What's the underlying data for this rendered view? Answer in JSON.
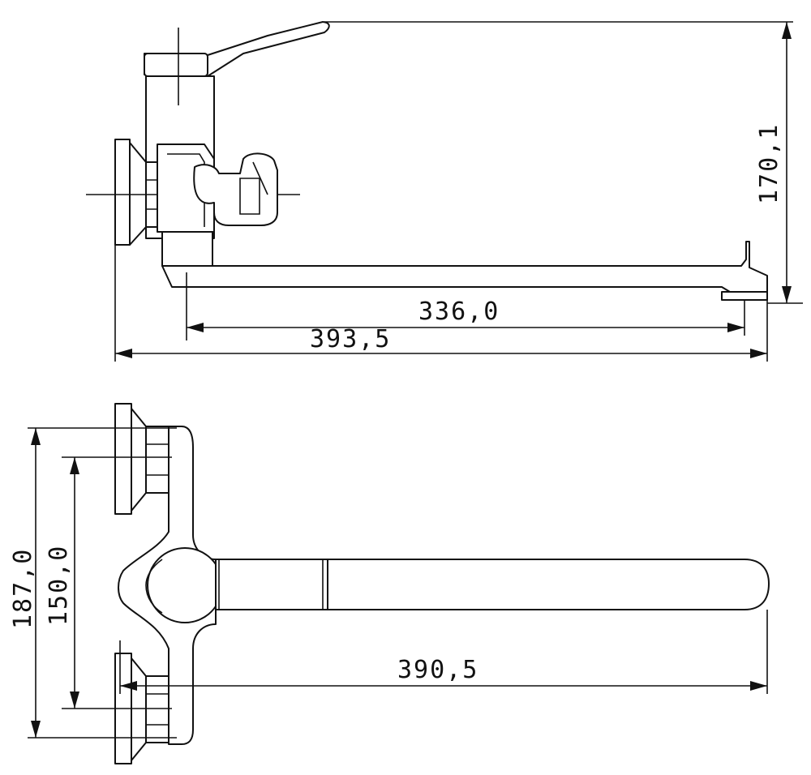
{
  "dimensions": {
    "spout_reach": "336,0",
    "overall_length_side": "393,5",
    "height": "170,1",
    "overall_length_top": "390,5",
    "outer_mount_span": "187,0",
    "center_distance": "150,0"
  },
  "colors": {
    "line": "#111111",
    "background": "#ffffff"
  }
}
